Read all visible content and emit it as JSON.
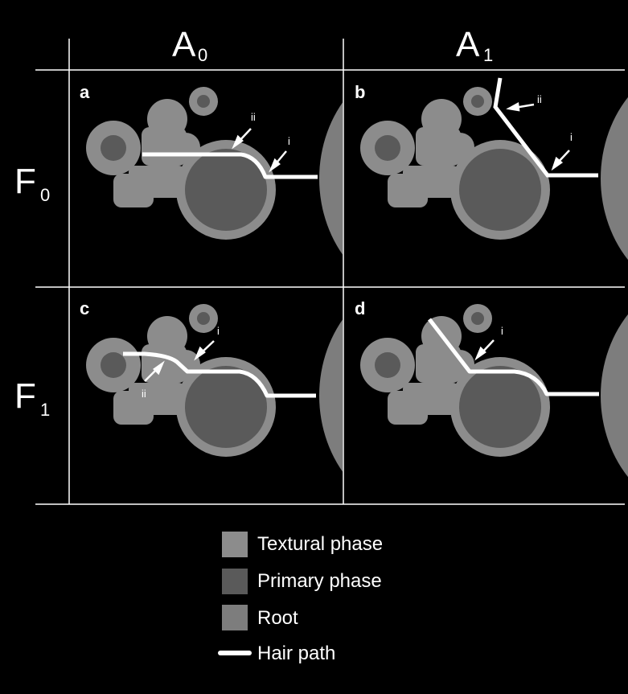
{
  "columns": [
    {
      "main": "A",
      "sub": "0"
    },
    {
      "main": "A",
      "sub": "1"
    }
  ],
  "rows": [
    {
      "main": "F",
      "sub": "0"
    },
    {
      "main": "F",
      "sub": "1"
    }
  ],
  "panels": [
    {
      "label": "a",
      "arrows": [
        "i",
        "ii"
      ]
    },
    {
      "label": "b",
      "arrows": [
        "i",
        "ii"
      ]
    },
    {
      "label": "c",
      "arrows": [
        "i",
        "ii"
      ]
    },
    {
      "label": "d",
      "arrows": [
        "i"
      ]
    }
  ],
  "legend": [
    {
      "label": "Textural phase",
      "color": "#8c8c8c"
    },
    {
      "label": "Primary phase",
      "color": "#5a5a5a"
    },
    {
      "label": "Root",
      "color": "#7d7d7d"
    },
    {
      "label": "Hair path",
      "color": "#ffffff"
    }
  ],
  "colors": {
    "background": "#000000",
    "grid": "#ffffff",
    "textural": "#8c8c8c",
    "primary": "#5a5a5a",
    "root": "#7d7d7d",
    "hair": "#ffffff"
  }
}
